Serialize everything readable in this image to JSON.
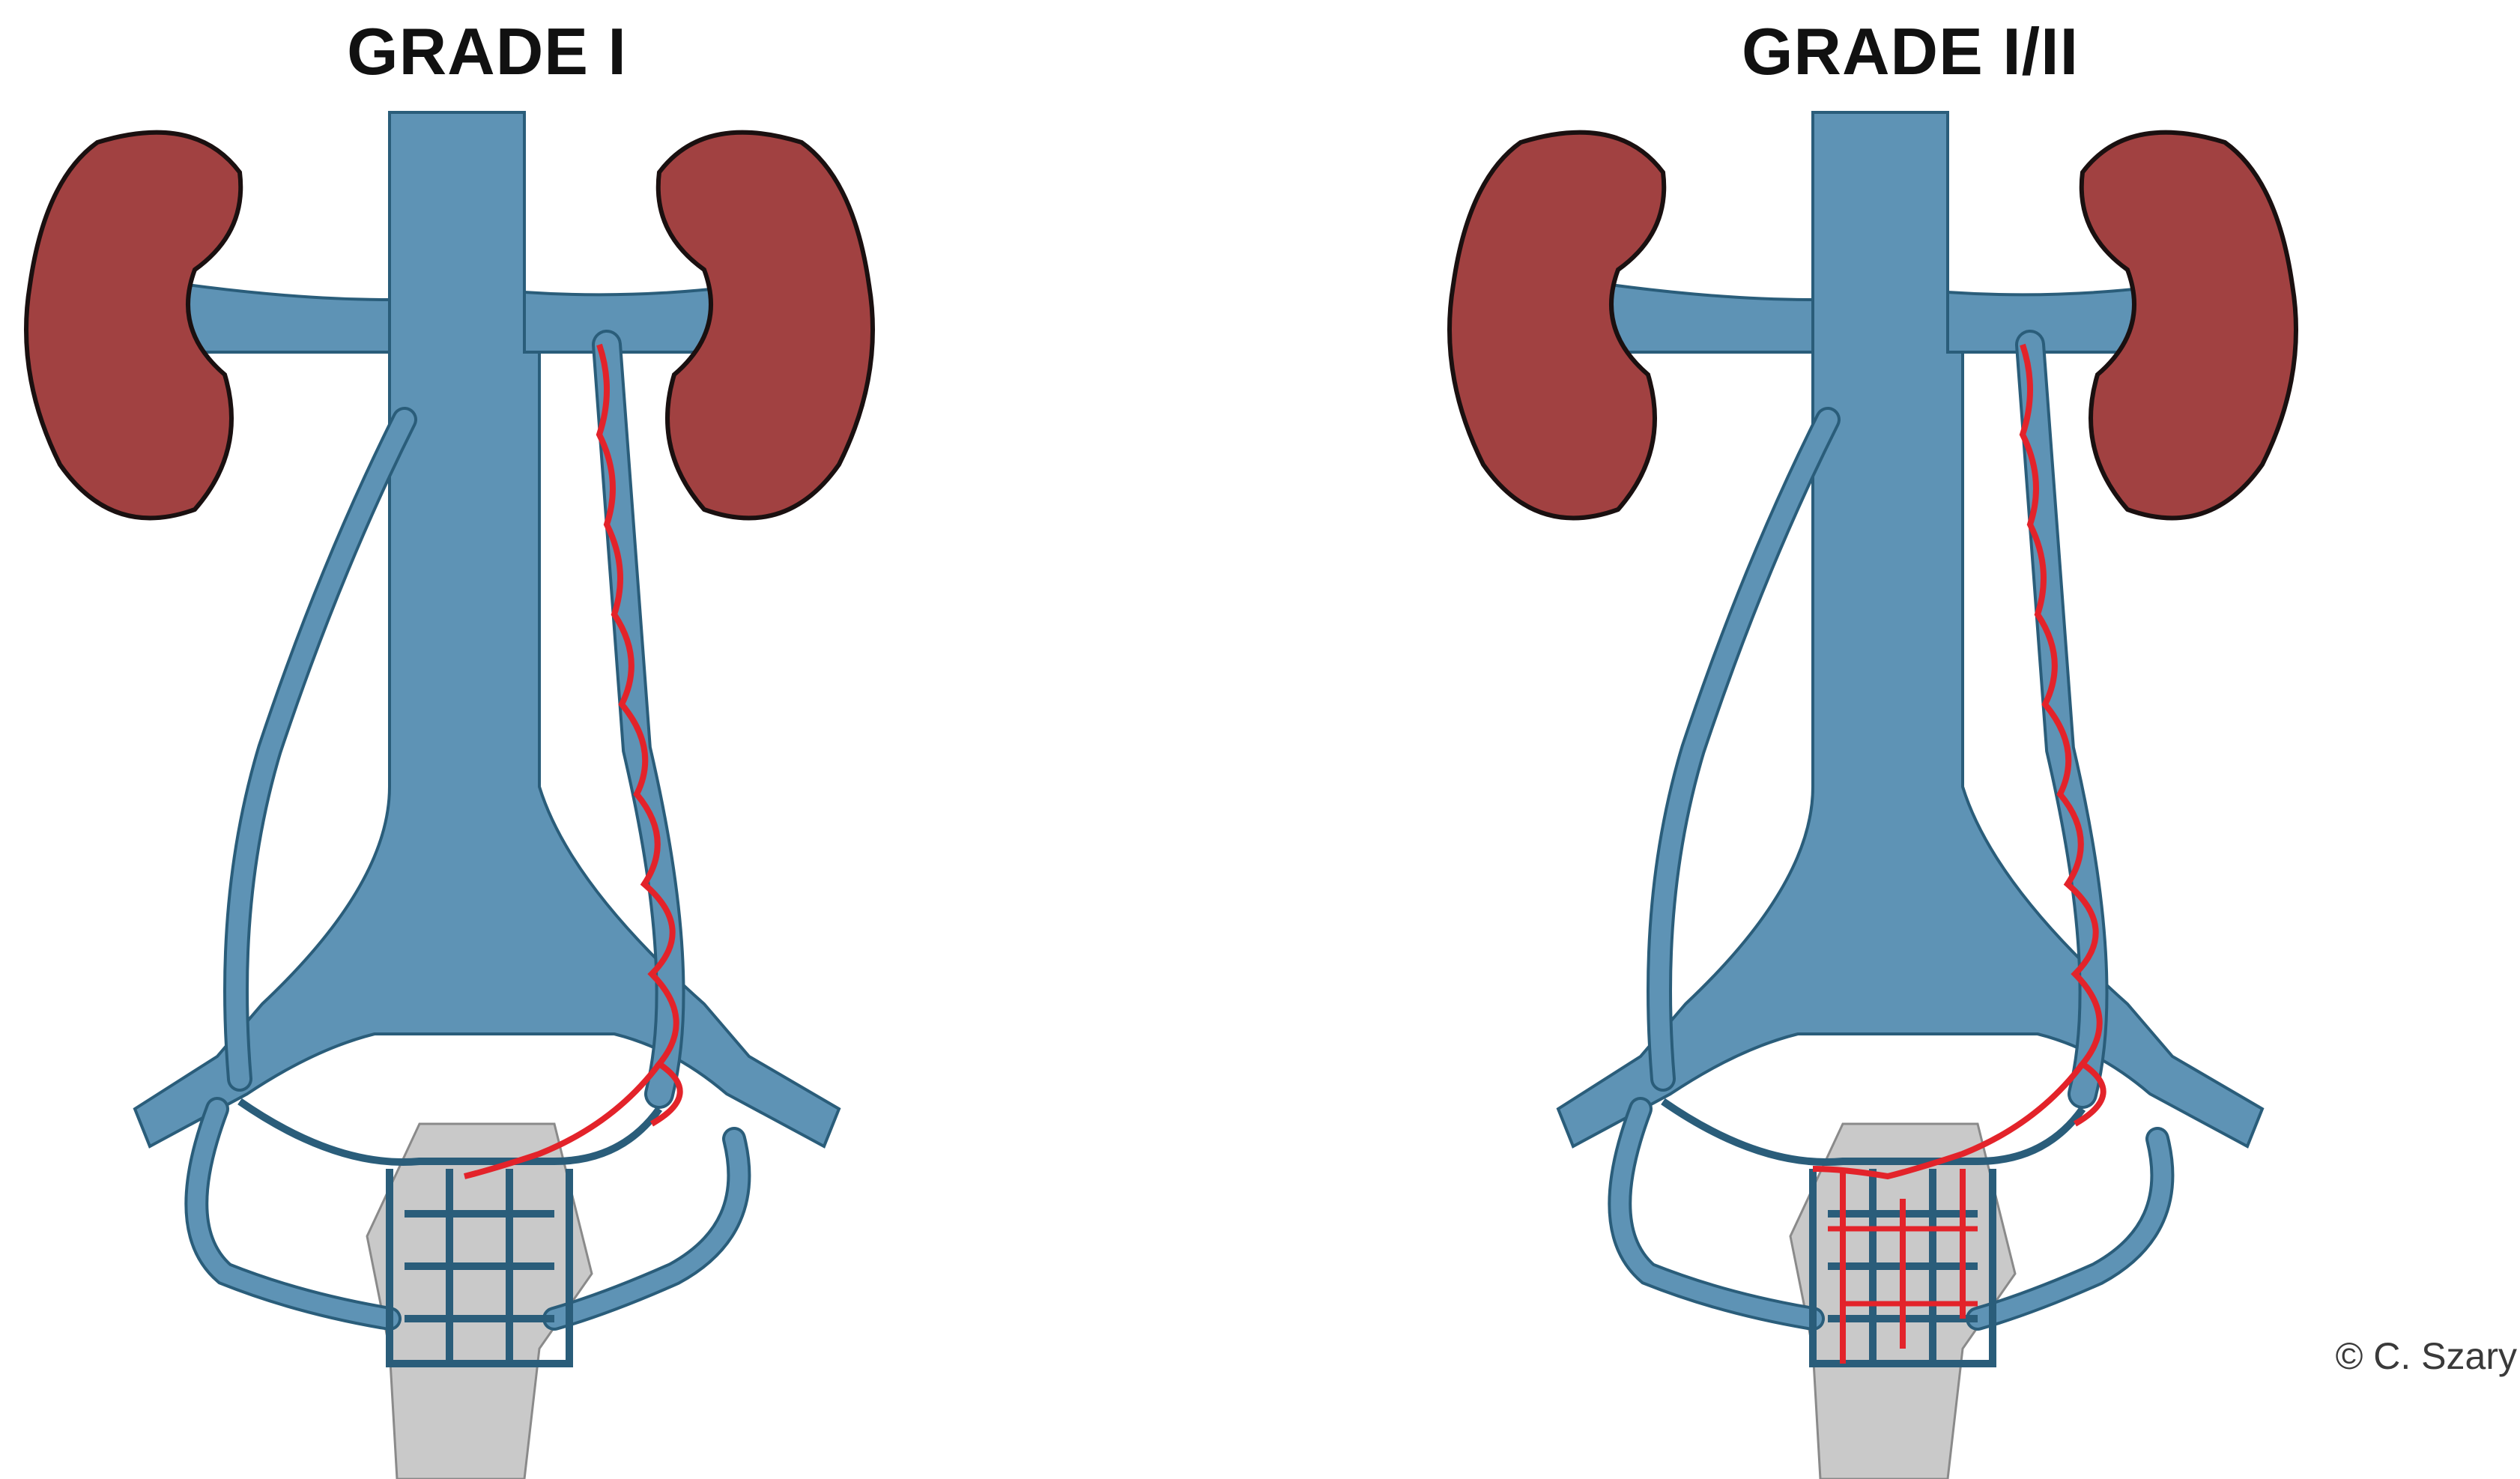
{
  "panels": [
    {
      "title": "GRADE I"
    },
    {
      "title": "GRADE I/II"
    }
  ],
  "credit": "© C. Szary",
  "colors": {
    "vein": "#5e93b5",
    "vein_outline": "#2a5d7a",
    "kidney": "#a14141",
    "kidney_outline": "#1a1010",
    "reflux": "#e3232a",
    "uterus": "#c9c9c9",
    "background": "#ffffff"
  }
}
